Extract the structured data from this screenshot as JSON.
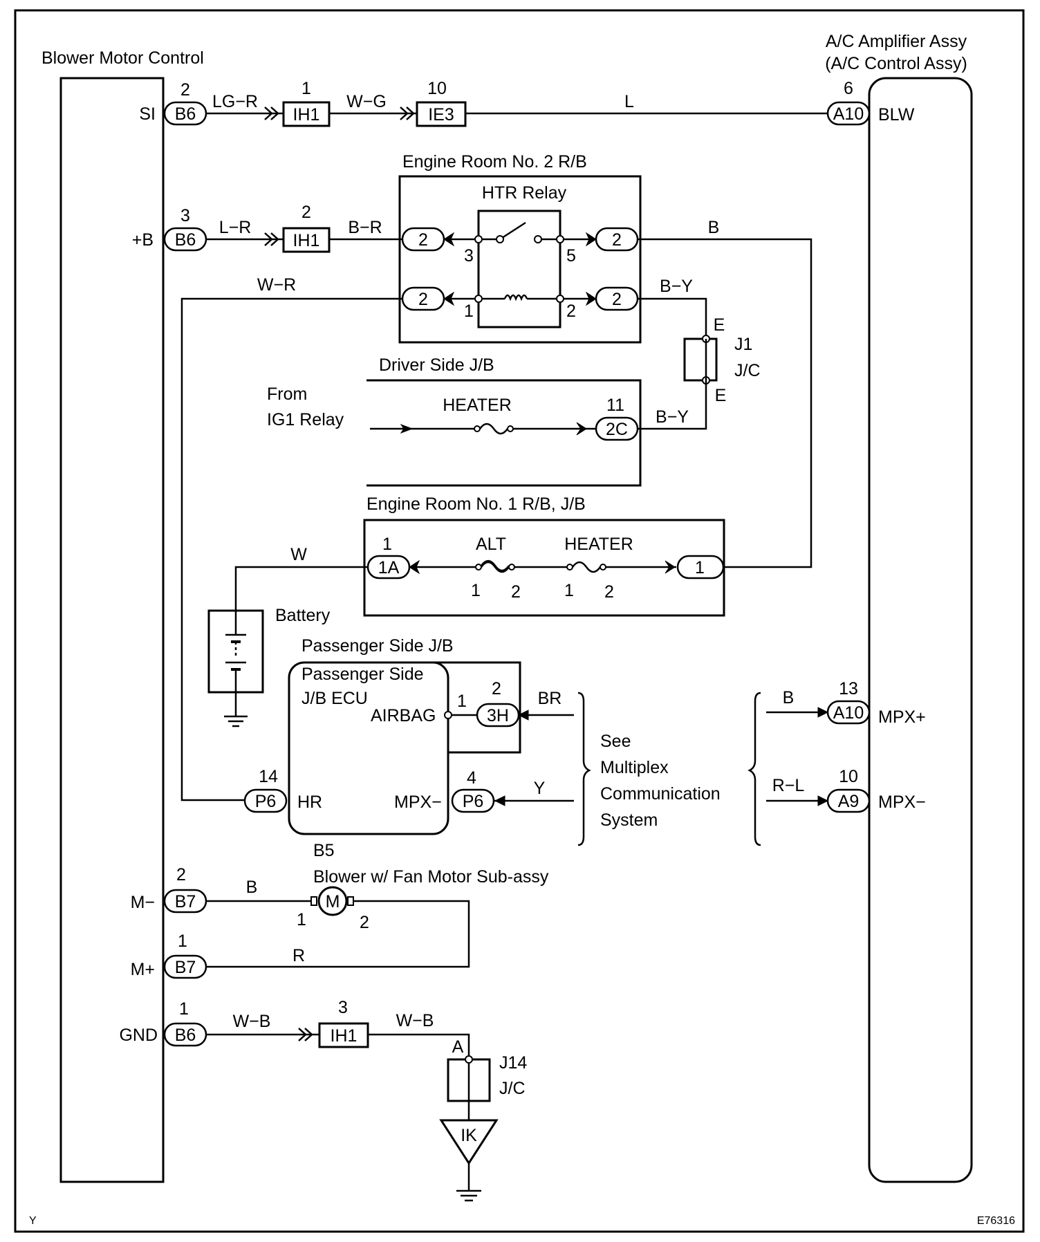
{
  "components": {
    "blower_motor_control": "Blower Motor Control",
    "ac_amplifier_line1": "A/C Amplifier Assy",
    "ac_amplifier_line2": "(A/C Control Assy)",
    "engine_room_no2": "Engine Room No. 2 R/B",
    "htr_relay": "HTR Relay",
    "driver_side_jb": "Driver Side J/B",
    "from_line1": "From",
    "from_line2": "IG1 Relay",
    "engine_room_no1": "Engine Room No. 1 R/B, J/B",
    "battery": "Battery",
    "passenger_side_jb": "Passenger Side J/B",
    "passenger_ecu_line1": "Passenger Side",
    "passenger_ecu_line2": "J/B ECU",
    "blower_motor_id": "B5",
    "blower_motor": "Blower w/ Fan Motor Sub-assy",
    "see_line1": "See",
    "see_line2": "Multiplex",
    "see_line3": "Communication",
    "see_line4": "System",
    "j1": "J1",
    "j1_jc": "J/C",
    "j14": "J14",
    "j14_jc": "J/C",
    "ground_ik": "IK",
    "motor_symbol": "M"
  },
  "fuses": {
    "heater_driver": "HEATER",
    "alt": "ALT",
    "heater_engine": "HEATER"
  },
  "terminals": {
    "si": "SI",
    "plus_b": "+B",
    "m_minus": "M−",
    "m_plus": "M+",
    "gnd": "GND",
    "blw": "BLW",
    "mpx_plus": "MPX+",
    "mpx_minus_amp": "MPX−",
    "airbag": "AIRBAG",
    "hr": "HR",
    "mpx_minus_ecu": "MPX−"
  },
  "connectors": {
    "b6_si": "B6",
    "b6_plusb": "B6",
    "b7_mminus": "B7",
    "b7_mplus": "B7",
    "b6_gnd": "B6",
    "ih1_a": "IH1",
    "ih1_b": "IH1",
    "ih1_c": "IH1",
    "ie3": "IE3",
    "a10_blw": "A10",
    "a10_mpx": "A10",
    "a9": "A9",
    "r2_a": "2",
    "r2_b": "2",
    "r2_c": "2",
    "r2_d": "2",
    "c2c": "2C",
    "c1a": "1A",
    "c1": "1",
    "h3h": "3H",
    "p6_mpx": "P6",
    "p6_hr": "P6"
  },
  "pins": {
    "b6_si": "2",
    "ih1_a": "1",
    "ie3": "10",
    "a10_blw": "6",
    "b6_plusb": "3",
    "ih1_b": "2",
    "relay_3": "3",
    "relay_5": "5",
    "relay_1": "1",
    "relay_2": "2",
    "j1_e_top": "E",
    "j1_e_bot": "E",
    "c2c": "11",
    "c1a": "1",
    "alt_1": "1",
    "alt_2": "2",
    "htr_1": "1",
    "htr_2": "2",
    "airbag_1": "1",
    "h3h": "2",
    "p6_mpx": "4",
    "p6_hr": "14",
    "a10_mpx": "13",
    "a9": "10",
    "b7_mminus": "2",
    "motor_1": "1",
    "motor_2": "2",
    "b7_mplus": "1",
    "b6_gnd": "1",
    "ih1_c": "3",
    "j14_a": "A"
  },
  "wires": {
    "lg_r": "LG−R",
    "w_g": "W−G",
    "l": "L",
    "l_r": "L−R",
    "b_r": "B−R",
    "b_top": "B",
    "w_r": "W−R",
    "b_y_top": "B−Y",
    "b_y_bot": "B−Y",
    "w": "W",
    "br": "BR",
    "y": "Y",
    "b_mpx": "B",
    "r_l": "R−L",
    "b_motor": "B",
    "r_motor": "R",
    "w_b_1": "W−B",
    "w_b_2": "W−B"
  },
  "footer": {
    "left": "Y",
    "right": "E76316"
  }
}
